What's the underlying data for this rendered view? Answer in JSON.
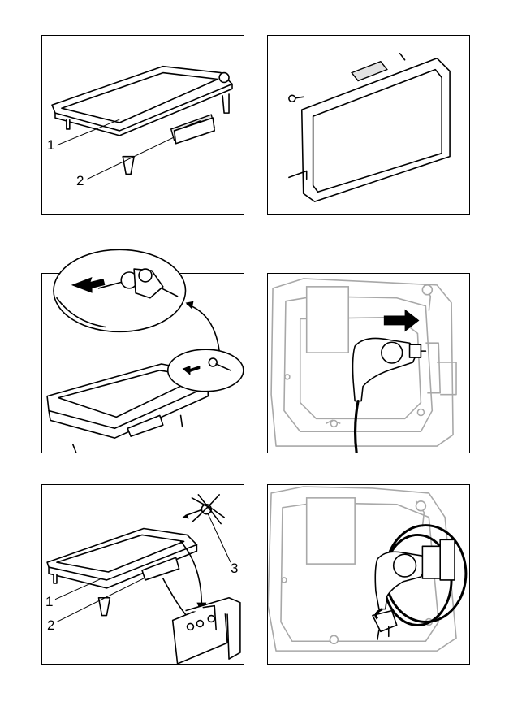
{
  "figures": [
    {
      "id": "fig-1",
      "callouts": [
        "1",
        "2"
      ]
    },
    {
      "id": "fig-2",
      "callouts": []
    },
    {
      "id": "fig-3",
      "callouts": []
    },
    {
      "id": "fig-4",
      "callouts": []
    },
    {
      "id": "fig-5",
      "callouts": [
        "1",
        "2",
        "3"
      ]
    },
    {
      "id": "fig-6",
      "callouts": []
    }
  ],
  "colors": {
    "line": "#000000",
    "ghost": "#a8a8a8",
    "background": "#ffffff"
  }
}
